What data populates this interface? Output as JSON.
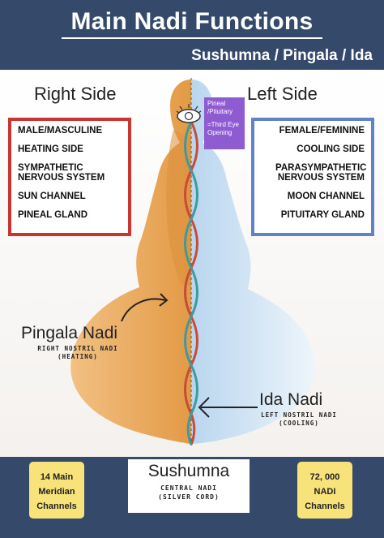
{
  "header": {
    "title": "Main Nadi Functions",
    "subtitle": "Sushumna / Pingala / Ida"
  },
  "sides": {
    "right_label": "Right Side",
    "left_label": "Left Side"
  },
  "right_box": {
    "items": [
      "MALE/MASCULINE",
      "HEATING SIDE",
      "SYMPATHETIC NERVOUS SYSTEM",
      "SUN CHANNEL",
      "PINEAL GLAND"
    ]
  },
  "left_box": {
    "items": [
      "FEMALE/FEMININE",
      "COOLING SIDE",
      "PARASYMPATHETIC NERVOUS SYSTEM",
      "MOON CHANNEL",
      "PITUITARY GLAND"
    ]
  },
  "third_eye": {
    "line1": "Pineal /Pituitary",
    "line2": "=Third Eye Opening"
  },
  "pingala": {
    "name": "Pingala Nadi",
    "sub1": "RIGHT NOSTRIL NADI",
    "sub2": "(HEATING)"
  },
  "ida": {
    "name": "Ida Nadi",
    "sub1": "LEFT NOSTRIL NADI",
    "sub2": "(COOLING)"
  },
  "footer": {
    "left_box": [
      "14 Main",
      "Meridian",
      "Channels"
    ],
    "right_box": [
      "72, 000",
      "NADI",
      "Channels"
    ],
    "center_title": "Sushumna",
    "center_sub1": "CENTRAL NADI",
    "center_sub2": "(SILVER CORD)"
  },
  "colors": {
    "header_bg": "#354a6b",
    "right_box_border": "#c8362f",
    "left_box_border": "#5f83c6",
    "right_body": "#e9a95e",
    "left_body": "#d6e7f5",
    "third_eye_box": "#8f5bd1",
    "footer_box": "#f7e37a",
    "pingala_line": "#c84a3a",
    "ida_line": "#3c9aa0"
  }
}
